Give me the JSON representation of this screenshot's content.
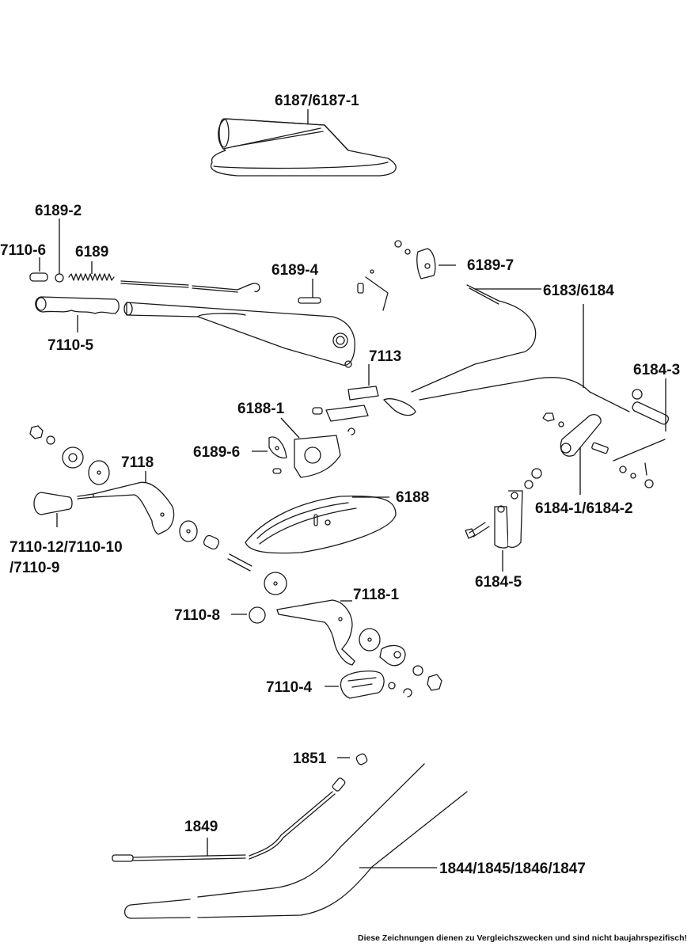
{
  "diagram": {
    "type": "exploded-parts-diagram",
    "subject": "handbrake lever assembly and brake cables",
    "labels": {
      "p6187": "6187/6187-1",
      "p6189_2": "6189-2",
      "p7110_6": "7110-6",
      "p6189": "6189",
      "p6189_4": "6189-4",
      "p6189_7": "6189-7",
      "p6183": "6183/6184",
      "p7110_5": "7110-5",
      "p7113": "7113",
      "p6184_3": "6184-3",
      "p6188_1": "6188-1",
      "p6189_6": "6189-6",
      "p7118": "7118",
      "p6188": "6188",
      "p6184_1": "6184-1/6184-2",
      "p7110_12_line1": "7110-12/7110-10",
      "p7110_12_line2": "/7110-9",
      "p6184_5": "6184-5",
      "p7118_1": "7118-1",
      "p7110_8": "7110-8",
      "p7110_4": "7110-4",
      "p1851": "1851",
      "p1849": "1849",
      "p1844": "1844/1845/1846/1847"
    },
    "disclaimer": "Diese Zeichnungen dienen zu Vergleichszwecken und sind nicht baujahrspezifisch!"
  }
}
